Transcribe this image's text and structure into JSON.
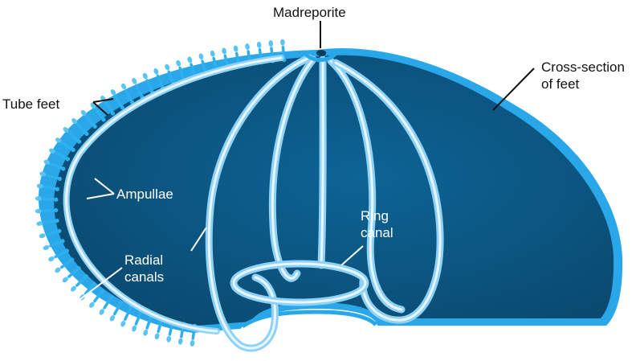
{
  "labels": {
    "madreporite": "Madreporite",
    "cross_section_line1": "Cross-section",
    "cross_section_line2": "of feet",
    "tube_feet": "Tube feet",
    "ampullae": "Ampullae",
    "radial_canals_line1": "Radial",
    "radial_canals_line2": "canals",
    "ring_canal_line1": "Ring",
    "ring_canal_line2": "canal"
  },
  "colors": {
    "body_fill": "#0c5a86",
    "body_fill_deep": "#0a4a70",
    "rim": "#2aa7e8",
    "canal_outer": "#8fd2f5",
    "canal_inner": "#e8f7ff",
    "tube_foot": "#2fb0ee",
    "ampulla": "#5cc4f2",
    "label_dark": "#111111",
    "label_light": "#ffffff"
  }
}
